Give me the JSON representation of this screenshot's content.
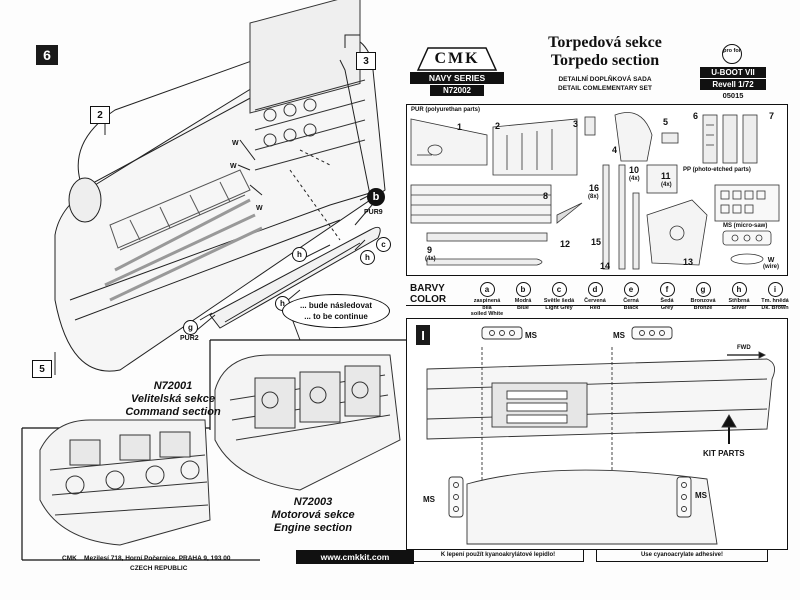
{
  "steps": {
    "main": "6",
    "fig_i": "I"
  },
  "callouts": {
    "c2": "2",
    "c3": "3",
    "c5": "5"
  },
  "part_letters": {
    "b": "b",
    "c": "c",
    "h1": "h",
    "h2": "h",
    "h3": "h",
    "g": "g",
    "w1": "W",
    "w2": "W",
    "w3": "W"
  },
  "labels": {
    "pur9": "PUR9",
    "pur2": "PUR2"
  },
  "continue_note": {
    "line1": "... bude následovat",
    "line2": "... to be continue"
  },
  "sections": {
    "command": {
      "code": "N72001",
      "cz": "Velitelská sekce",
      "en": "Command section"
    },
    "engine": {
      "code": "N72003",
      "cz": "Motorová sekce",
      "en": "Engine section"
    }
  },
  "header": {
    "brand": "CMK",
    "series": "NAVY SERIES",
    "code": "N72002",
    "title_cz": "Torpedová sekce",
    "title_en": "Torpedo section",
    "subtitle_cz": "DETAILNÍ DOPLŇKOVÁ SADA",
    "subtitle_en": "DETAIL COMLEMENTARY SET",
    "badge": "pro for",
    "kit_name": "U-BOOT VII",
    "kit_ref": "Revell 1/72",
    "kit_no": "05015"
  },
  "parts_sheet": {
    "pur_label": "PUR (polyurethan parts)",
    "pp_label": "PP (photo-etched parts)",
    "ms_label": "MS (micro-saw)",
    "w_label": "W",
    "w_sub": "(wire)",
    "numbers": [
      "1",
      "2",
      "3",
      "4",
      "5",
      "6",
      "7",
      "8",
      "9",
      "10",
      "11",
      "12",
      "13",
      "14",
      "15",
      "16"
    ],
    "qty": {
      "q9": "(4x)",
      "q10": "(4x)",
      "q11": "(4x)",
      "q16": "(8x)"
    }
  },
  "colors": {
    "heading_cz": "BARVY",
    "heading_en": "COLOR",
    "items": [
      {
        "letter": "a",
        "cz": "zaspinená bílá",
        "en": "soiled White"
      },
      {
        "letter": "b",
        "cz": "Modrá",
        "en": "Blue"
      },
      {
        "letter": "c",
        "cz": "Světle šedá",
        "en": "Light Grey"
      },
      {
        "letter": "d",
        "cz": "Červená",
        "en": "Red"
      },
      {
        "letter": "e",
        "cz": "Černá",
        "en": "Black"
      },
      {
        "letter": "f",
        "cz": "Šedá",
        "en": "Grey"
      },
      {
        "letter": "g",
        "cz": "Bronzová",
        "en": "Bronze"
      },
      {
        "letter": "h",
        "cz": "Stříbrná",
        "en": "Silver"
      },
      {
        "letter": "i",
        "cz": "Tm. hnědá",
        "en": "Dk. Brown"
      }
    ]
  },
  "fig_i": {
    "ms1": "MS",
    "ms2": "MS",
    "ms3": "MS",
    "ms4": "MS",
    "fwd": "FWD",
    "kit_parts": "KIT PARTS"
  },
  "notes": {
    "glue_cz": "K lepení použít kyanoakrylátové lepidlo!",
    "glue_en": "Use cyanoacrylate adhesive!"
  },
  "footer": {
    "brand": "CMK",
    "address": "Mezilesí 718, Horní Počernice, PRAHA 9,  193 00",
    "country": "CZECH REPUBLIC",
    "url": "www.cmkkit.com"
  },
  "palette": {
    "ink": "#111111",
    "paper": "#fdfdfd",
    "badge": "#1a1a1a"
  }
}
